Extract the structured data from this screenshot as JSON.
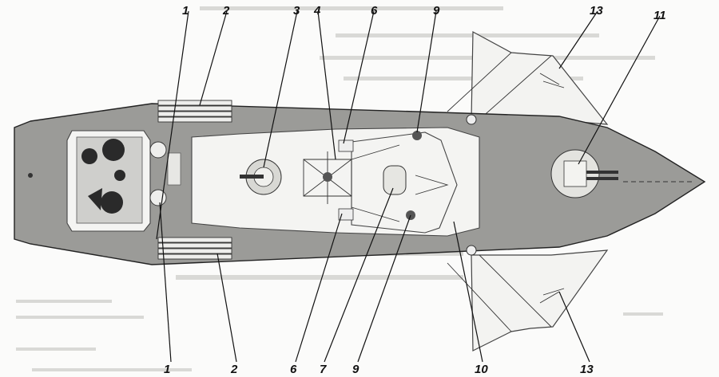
{
  "labels": {
    "top": [
      {
        "key": "1",
        "text": "1"
      },
      {
        "key": "2",
        "text": "2"
      },
      {
        "key": "3",
        "text": "3"
      },
      {
        "key": "4",
        "text": "4"
      },
      {
        "key": "6",
        "text": "6"
      },
      {
        "key": "9",
        "text": "9"
      },
      {
        "key": "13",
        "text": "13"
      },
      {
        "key": "11",
        "text": "11"
      }
    ],
    "bottom": [
      {
        "key": "1",
        "text": "1"
      },
      {
        "key": "2",
        "text": "2"
      },
      {
        "key": "6",
        "text": "6"
      },
      {
        "key": "7",
        "text": "7"
      },
      {
        "key": "9",
        "text": "9"
      },
      {
        "key": "10",
        "text": "10"
      },
      {
        "key": "13",
        "text": "13"
      }
    ]
  },
  "colors": {
    "deck": "#9b9b98",
    "superstructure": "#f4f4f2",
    "ink": "#111111"
  }
}
